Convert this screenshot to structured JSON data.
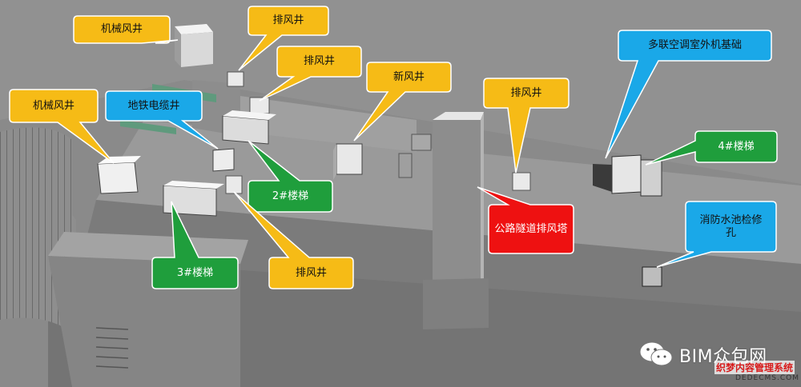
{
  "colors": {
    "yellow": "#f6bb16",
    "blue": "#1aa8e8",
    "green": "#1f9e3c",
    "red": "#ee1111"
  },
  "labels": {
    "jixie_fengjing_top": "机械风井",
    "paifeng_jing_1": "排风井",
    "paifeng_jing_2": "排风井",
    "xin_fengjing": "新风井",
    "jixie_fengjing_left": "机械风井",
    "ditie_dianlan_jing": "地铁电缆井",
    "louti_2": "2#楼梯",
    "louti_3": "3#楼梯",
    "paifeng_jing_3": "排风井",
    "paifeng_jing_4": "排风井",
    "gonglu_suidao": "公路隧道排风塔",
    "duolian_kongtiao": "多联空调室外机基础",
    "louti_4": "4#楼梯",
    "xiaofang_shuichi": "消防水池检修孔"
  },
  "watermark": {
    "brand": "BIM众包网",
    "line1": "织梦内容管理系统",
    "line2": "DEDECMS.COM"
  }
}
